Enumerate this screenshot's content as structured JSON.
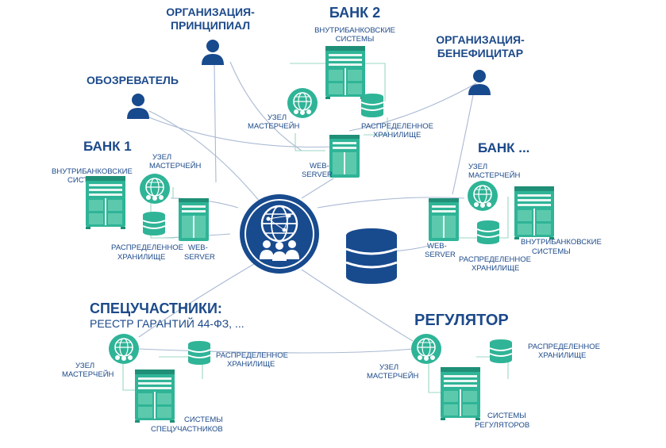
{
  "colors": {
    "teal": "#2fb497",
    "teal_dark": "#1f8f77",
    "navy": "#1c4a8a",
    "person": "#184a8e",
    "line": "#a9b9d3"
  },
  "nodes": {
    "principal": {
      "line1": "ОРГАНИЗАЦИЯ-",
      "line2": "ПРИНЦИПИАЛ"
    },
    "beneficiary": {
      "line1": "ОРГАНИЗАЦИЯ-",
      "line2": "БЕНЕФИЦИТАР"
    },
    "observer": {
      "label": "ОБОЗРЕВАТЕЛЬ"
    },
    "bank1": {
      "title": "БАНК 1",
      "systems": [
        "ВНУТРИБАНКОВСКИЕ",
        "СИСТЕМЫ"
      ],
      "node": [
        "УЗЕЛ",
        "МАСТЕРЧЕЙН"
      ],
      "storage": [
        "РАСПРЕДЕЛЕННОЕ",
        "ХРАНИЛИЩЕ"
      ],
      "web": [
        "WEB-",
        "SERVER"
      ]
    },
    "bank2": {
      "title": "БАНК 2",
      "systems": [
        "ВНУТРИБАНКОВСКИЕ",
        "СИСТЕМЫ"
      ],
      "node": [
        "УЗЕЛ",
        "МАСТЕРЧЕЙН"
      ],
      "storage": [
        "РАСПРЕДЕЛЕННОЕ",
        "ХРАНИЛИЩЕ"
      ],
      "web": [
        "WEB-",
        "SERVER"
      ]
    },
    "bank3": {
      "title": "БАНК ...",
      "systems": [
        "ВНУТРИБАНКОВСКИЕ",
        "СИСТЕМЫ"
      ],
      "node": [
        "УЗЕЛ",
        "МАСТЕРЧЕЙН"
      ],
      "storage": [
        "РАСПРЕДЕЛЕННОЕ",
        "ХРАНИЛИЩЕ"
      ],
      "web": [
        "WEB-",
        "SERVER"
      ]
    },
    "special": {
      "title": "СПЕЦУЧАСТНИКИ:",
      "subtitle": "РЕЕСТР ГАРАНТИЙ 44-ФЗ, ...",
      "node": [
        "УЗЕЛ",
        "МАСТЕРЧЕЙН"
      ],
      "storage": [
        "РАСПРЕДЕЛЕННОЕ",
        "ХРАНИЛИЩЕ"
      ],
      "systems": [
        "СИСТЕМЫ",
        "СПЕЦУЧАСТНИКОВ"
      ]
    },
    "regulator": {
      "title": "РЕГУЛЯТОР",
      "node": [
        "УЗЕЛ",
        "МАСТЕРЧЕЙН"
      ],
      "storage": [
        "РАСПРЕДЕЛЕННОЕ",
        "ХРАНИЛИЩЕ"
      ],
      "systems": [
        "СИСТЕМЫ",
        "РЕГУЛЯТОРОВ"
      ]
    }
  }
}
